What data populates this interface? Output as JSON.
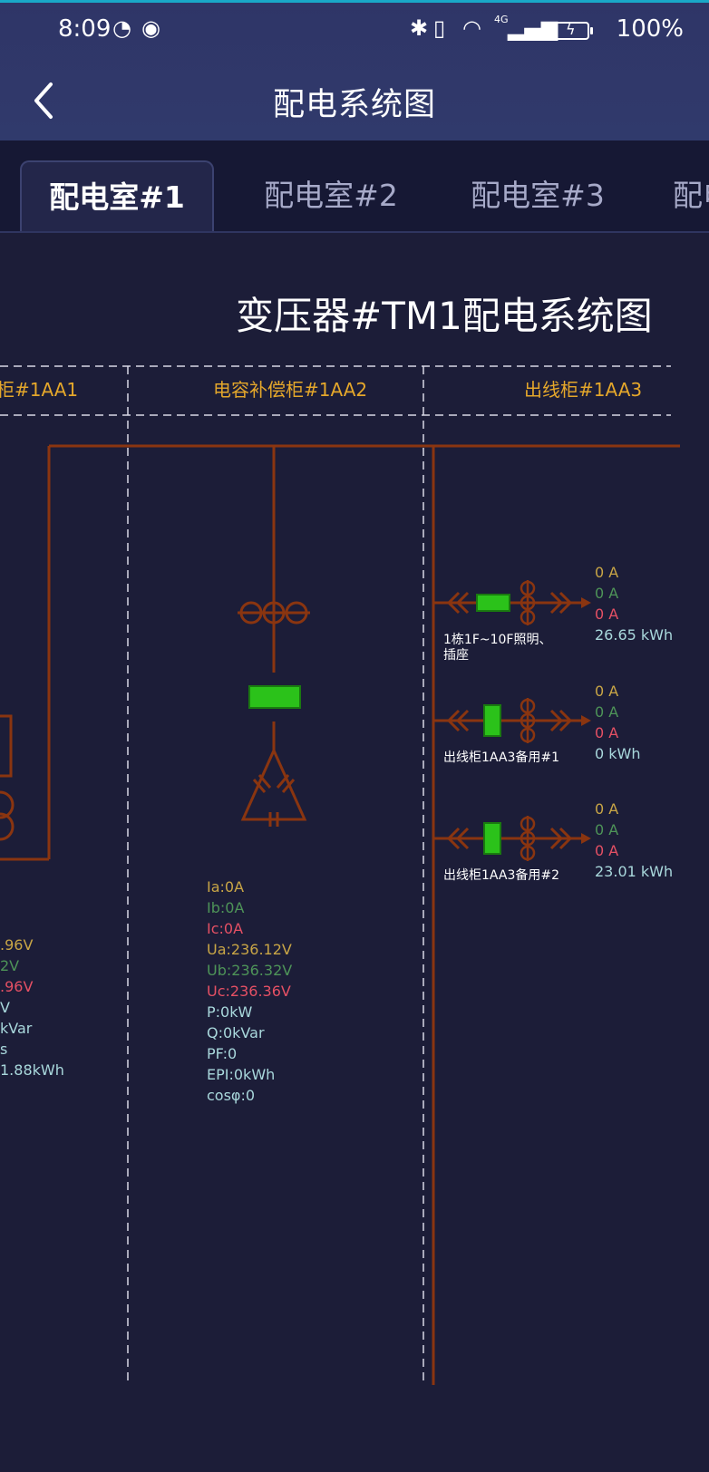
{
  "status_bar": {
    "time": "8:09",
    "battery": "100%",
    "network": "4G"
  },
  "header": {
    "title": "配电系统图",
    "back_icon": "chevron-left-icon"
  },
  "tabs": [
    {
      "label": "配电室#1",
      "active": true
    },
    {
      "label": "配电室#2",
      "active": false
    },
    {
      "label": "配电室#3",
      "active": false
    },
    {
      "label": "配电",
      "active": false
    }
  ],
  "diagram": {
    "title": "变压器#TM1配电系统图",
    "cabinets": [
      {
        "label": "柜#1AA1"
      },
      {
        "label": "电容补偿柜#1AA2"
      },
      {
        "label": "出线柜#1AA3"
      }
    ],
    "left_partial_metrics": [
      ".96V",
      "2V",
      ".96V",
      "V",
      "kVar",
      "s",
      "1.88kWh"
    ],
    "capacitor_metrics": [
      "Ia:0A",
      "Ib:0A",
      "Ic:0A",
      "Ua:236.12V",
      "Ub:236.32V",
      "Uc:236.36V",
      "P:0kW",
      "Q:0kVar",
      "PF:0",
      "EPI:0kWh",
      "cosφ:0"
    ],
    "feeders": [
      {
        "name": "1栋1F~10F照明、插座",
        "ia": "0 A",
        "ib": "0 A",
        "ic": "0 A",
        "energy": "26.65 kWh",
        "breaker": "horizontal"
      },
      {
        "name": "出线柜1AA3备用#1",
        "ia": "0 A",
        "ib": "0 A",
        "ic": "0 A",
        "energy": "0 kWh",
        "breaker": "vertical"
      },
      {
        "name": "出线柜1AA3备用#2",
        "ia": "0 A",
        "ib": "0 A",
        "ic": "0 A",
        "energy": "23.01 kWh",
        "breaker": "vertical"
      }
    ],
    "colors": {
      "busbar": "#8a3510",
      "breaker_closed": "#2bc21a",
      "dash": "#d8d8e6",
      "label": "#e4a72b"
    }
  }
}
